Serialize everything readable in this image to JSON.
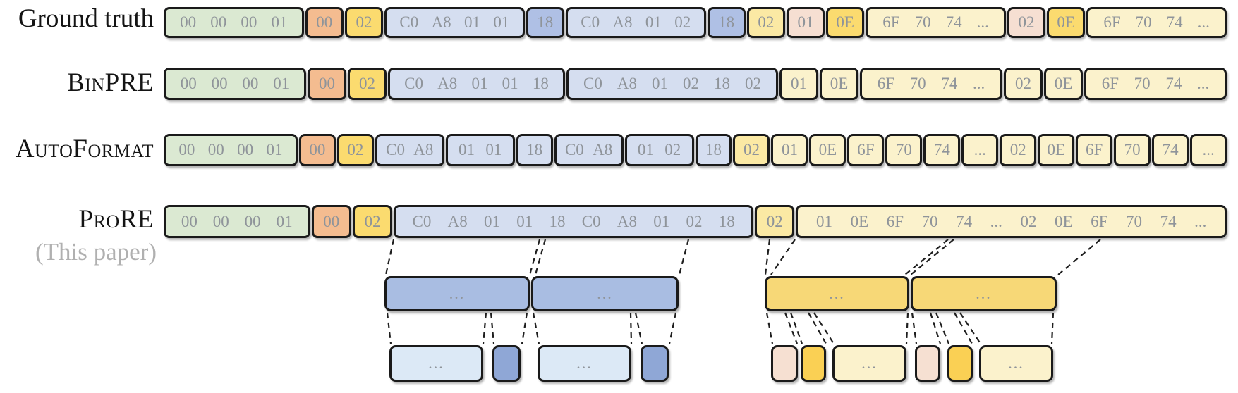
{
  "rows": [
    {
      "label": "Ground truth",
      "sublabel": "",
      "segments": [
        {
          "text": "00 00 00 01",
          "color": "green",
          "units": 4
        },
        {
          "text": "00",
          "color": "orange",
          "units": 1
        },
        {
          "text": "02",
          "color": "gold",
          "units": 1
        },
        {
          "text": "C0 A8 01 01",
          "color": "lightblue",
          "units": 4
        },
        {
          "text": "18",
          "color": "medblue",
          "units": 1
        },
        {
          "text": "C0 A8 01 02",
          "color": "lightblue",
          "units": 4
        },
        {
          "text": "18",
          "color": "medblue",
          "units": 1
        },
        {
          "text": "02",
          "color": "lightyellow",
          "units": 1
        },
        {
          "text": "01",
          "color": "pink",
          "units": 1
        },
        {
          "text": "0E",
          "color": "gold",
          "units": 1
        },
        {
          "text": "6F 70 74 ...",
          "color": "paleyellow",
          "units": 4
        },
        {
          "text": "02",
          "color": "pink",
          "units": 1
        },
        {
          "text": "0E",
          "color": "gold",
          "units": 1
        },
        {
          "text": "6F 70 74 ...",
          "color": "paleyellow",
          "units": 4
        }
      ]
    },
    {
      "label": "BinPRE",
      "sublabel": "",
      "segments": [
        {
          "text": "00 00 00 01",
          "color": "green",
          "units": 4
        },
        {
          "text": "00",
          "color": "orange",
          "units": 1
        },
        {
          "text": "02",
          "color": "gold",
          "units": 1
        },
        {
          "text": "C0 A8 01 01 18",
          "color": "lightblue",
          "units": 5
        },
        {
          "text": "C0 A8 01 02 18 02",
          "color": "lightblue",
          "units": 6
        },
        {
          "text": "01",
          "color": "paleyellow",
          "units": 1
        },
        {
          "text": "0E",
          "color": "paleyellow",
          "units": 1
        },
        {
          "text": "6F 70 74 ...",
          "color": "paleyellow",
          "units": 4
        },
        {
          "text": "02",
          "color": "paleyellow",
          "units": 1
        },
        {
          "text": "0E",
          "color": "paleyellow",
          "units": 1
        },
        {
          "text": "6F 70 74 ...",
          "color": "paleyellow",
          "units": 4
        }
      ]
    },
    {
      "label": "AutoFormat",
      "sublabel": "",
      "segments": [
        {
          "text": "00 00 00 01",
          "color": "green",
          "units": 4
        },
        {
          "text": "00",
          "color": "orange",
          "units": 1
        },
        {
          "text": "02",
          "color": "gold",
          "units": 1
        },
        {
          "text": "C0 A8",
          "color": "lightblue",
          "units": 2
        },
        {
          "text": "01 01",
          "color": "lightblue",
          "units": 2
        },
        {
          "text": "18",
          "color": "lightblue",
          "units": 1
        },
        {
          "text": "C0 A8",
          "color": "lightblue",
          "units": 2
        },
        {
          "text": "01 02",
          "color": "lightblue",
          "units": 2
        },
        {
          "text": "18",
          "color": "lightblue",
          "units": 1
        },
        {
          "text": "02",
          "color": "lightyellow",
          "units": 1
        },
        {
          "text": "01",
          "color": "paleyellow",
          "units": 1
        },
        {
          "text": "0E",
          "color": "paleyellow",
          "units": 1
        },
        {
          "text": "6F",
          "color": "paleyellow",
          "units": 1
        },
        {
          "text": "70",
          "color": "paleyellow",
          "units": 1
        },
        {
          "text": "74",
          "color": "paleyellow",
          "units": 1
        },
        {
          "text": "...",
          "color": "paleyellow",
          "units": 1
        },
        {
          "text": "02",
          "color": "paleyellow",
          "units": 1
        },
        {
          "text": "0E",
          "color": "paleyellow",
          "units": 1
        },
        {
          "text": "6F",
          "color": "paleyellow",
          "units": 1
        },
        {
          "text": "70",
          "color": "paleyellow",
          "units": 1
        },
        {
          "text": "74",
          "color": "paleyellow",
          "units": 1
        },
        {
          "text": "...",
          "color": "paleyellow",
          "units": 1
        }
      ]
    },
    {
      "label": "ProRE",
      "sublabel": "(This paper)",
      "segments": [
        {
          "text": "00 00 00 01",
          "color": "green",
          "units": 4
        },
        {
          "text": "00",
          "color": "orange",
          "units": 1
        },
        {
          "text": "02",
          "color": "gold",
          "units": 1
        },
        {
          "text": "C0 A8 01 01 18 C0 A8 01 02 18",
          "color": "lightblue",
          "units": 10
        },
        {
          "text": "02",
          "color": "lightyellow",
          "units": 1
        },
        {
          "text": "01 0E 6F 70 74 ... 02 0E 6F 70 74 ...",
          "color": "paleyellow",
          "units": 12
        }
      ]
    }
  ],
  "hierarchy": {
    "level2": [
      {
        "text": "...",
        "color": "hblue"
      },
      {
        "text": "...",
        "color": "hblue"
      },
      {
        "text": "...",
        "color": "hgold"
      },
      {
        "text": "...",
        "color": "hgold"
      }
    ],
    "level3": [
      {
        "text": "...",
        "color": "paleblue"
      },
      {
        "text": "",
        "color": "smallblue"
      },
      {
        "text": "...",
        "color": "paleblue"
      },
      {
        "text": "",
        "color": "smallblue"
      },
      {
        "text": "",
        "color": "hpink"
      },
      {
        "text": "",
        "color": "smallgold"
      },
      {
        "text": "...",
        "color": "paleyellow"
      },
      {
        "text": "",
        "color": "hpink"
      },
      {
        "text": "",
        "color": "smallgold"
      },
      {
        "text": "...",
        "color": "paleyellow"
      }
    ]
  },
  "colors": {
    "green": "#dbe9d2",
    "orange": "#f4bc90",
    "gold": "#fbdb6f",
    "lightblue": "#d5def0",
    "medblue": "#afc0e5",
    "lightyellow": "#fbe9a4",
    "pink": "#f6dfd2",
    "paleyellow": "#fbf2cc",
    "hblue": "#a9bde2",
    "hgold": "#f7d877",
    "paleblue": "#dce9f6",
    "smallblue": "#8fa7d6",
    "smallgold": "#fad054",
    "hpink": "#f6e0d2",
    "line": "#1f1f1f"
  }
}
